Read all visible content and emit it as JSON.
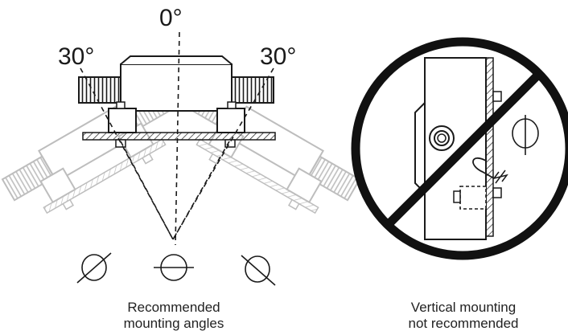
{
  "angles": {
    "center": "0°",
    "left": "30°",
    "right": "30°"
  },
  "captions": {
    "recommended": {
      "line1": "Recommended",
      "line2": "mounting angles"
    },
    "not_recommended": {
      "line1": "Vertical mounting",
      "line2": "not recommended"
    }
  },
  "colors": {
    "ink": "#1a1a1a",
    "ghost": "#bdbdbd",
    "prohibition": "#111111"
  },
  "icons": [
    "null-symbol-icon",
    "horizontal-null-symbol-icon",
    "prohibition-icon"
  ]
}
